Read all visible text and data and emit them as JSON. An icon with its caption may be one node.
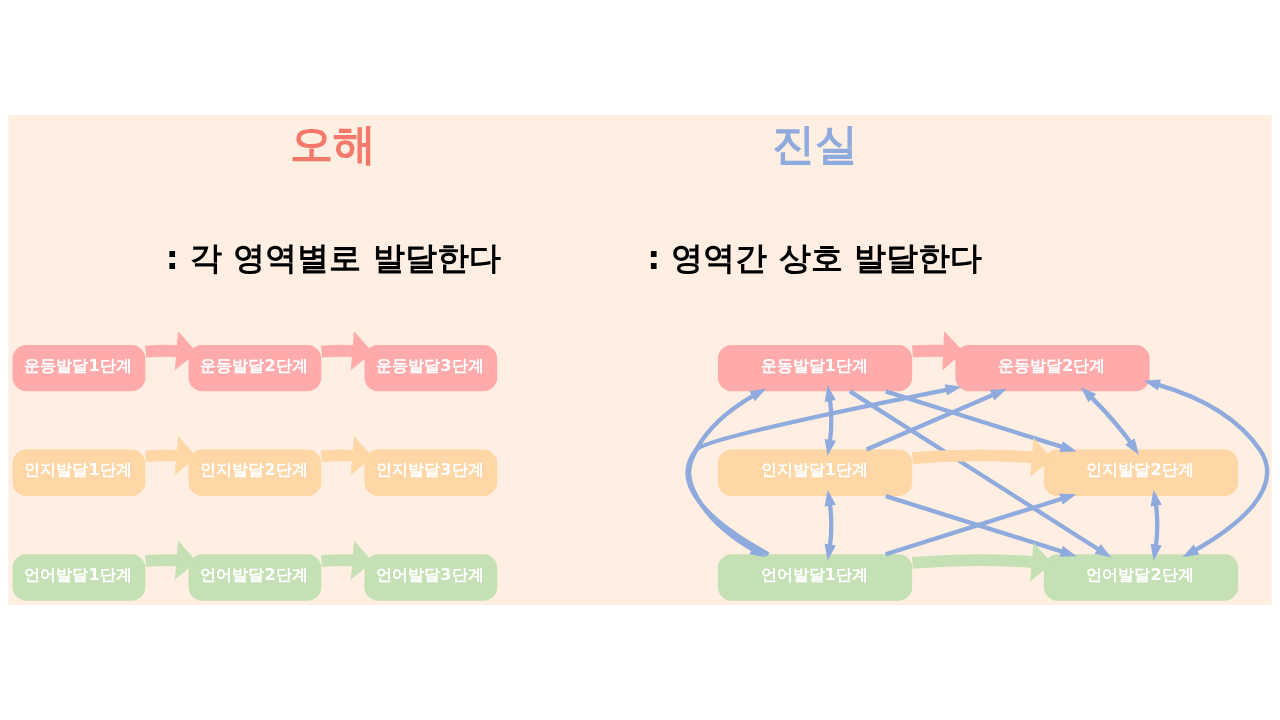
{
  "diagram": {
    "nodes": [
      {
        "text": [
          "운동발달1단계"
        ]
      },
      {
        "text": [
          "운동발달2단계"
        ]
      },
      {
        "text": [
          "운동발달3단계"
        ]
      },
      {
        "text": [
          "인지발달1단계"
        ]
      },
      {
        "text": [
          "인지발달2단계"
        ]
      },
      {
        "text": [
          "인지발달3단계"
        ]
      },
      {
        "text": [
          "언어발달1단계"
        ]
      },
      {
        "text": [
          "언어발달2단계"
        ]
      },
      {
        "text": [
          "언어발달3단계"
        ]
      },
      {
        "text": [
          "운동발달1단계"
        ]
      },
      {
        "text": [
          "운동발달2단계"
        ]
      },
      {
        "text": [
          "인지발달1단계"
        ]
      },
      {
        "text": [
          "인지발달2단계"
        ]
      },
      {
        "text": [
          "언어발달1단계"
        ]
      },
      {
        "text": [
          "언어발달2단계"
        ]
      }
    ],
    "edges": [
      {
        "from": 0,
        "to": 1,
        "arrow": "to",
        "style": "thick",
        "color": "#ffabab"
      },
      {
        "from": 1,
        "to": 2,
        "arrow": "to",
        "style": "thick",
        "color": "#ffabab"
      },
      {
        "from": 3,
        "to": 4,
        "arrow": "to",
        "style": "thick",
        "color": "#ffd6a5"
      },
      {
        "from": 4,
        "to": 5,
        "arrow": "to",
        "style": "thick",
        "color": "#ffd6a5"
      },
      {
        "from": 6,
        "to": 7,
        "arrow": "to",
        "style": "thick",
        "color": "#c5e0b4"
      },
      {
        "from": 7,
        "to": 8,
        "arrow": "to",
        "style": "thick",
        "color": "#c5e0b4"
      },
      {
        "from": 9,
        "to": 10,
        "arrow": "to",
        "style": "thick",
        "color": "#ffabab"
      },
      {
        "from": 11,
        "to": 12,
        "arrow": "to",
        "style": "thick",
        "color": "#ffd6a5"
      },
      {
        "from": 13,
        "to": 14,
        "arrow": "to",
        "style": "thick",
        "color": "#c5e0b4"
      },
      {
        "from": 9,
        "to": 13,
        "arrow": "both"
      },
      {
        "from": 9,
        "to": 11,
        "arrow": "both"
      },
      {
        "from": 11,
        "to": 13,
        "arrow": "both"
      },
      {
        "from": 10,
        "to": 12,
        "arrow": "both"
      },
      {
        "from": 12,
        "to": 14,
        "arrow": "both"
      },
      {
        "from": 10,
        "to": 14,
        "arrow": "both"
      },
      {
        "from": 9,
        "to": 14,
        "arrow": "to"
      },
      {
        "from": 9,
        "to": 12,
        "arrow": "to"
      },
      {
        "from": 11,
        "to": 10,
        "arrow": "to"
      },
      {
        "from": 13,
        "to": 10,
        "arrow": "to"
      },
      {
        "from": 11,
        "to": 14,
        "arrow": "to"
      },
      {
        "from": 13,
        "to": 12,
        "arrow": "to"
      }
    ],
    "labels": [
      "오해",
      ": 각 영역별로 발달한다",
      "진실",
      ": 영역간 상호 발달한다"
    ]
  }
}
